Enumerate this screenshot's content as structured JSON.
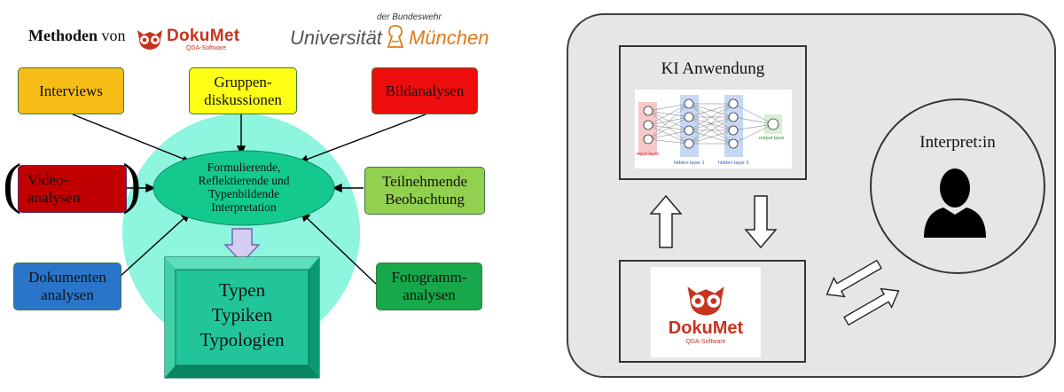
{
  "left": {
    "title_methods": "Methoden",
    "title_von": "von",
    "logo": {
      "name": "DokuMet",
      "subtitle": "QDA-Software"
    },
    "university": {
      "top": "der Bundeswehr",
      "left": "Universität",
      "right": "München"
    },
    "boxes": {
      "interviews": "Interviews",
      "gruppendiskussionen": "Gruppen-\ndiskussionen",
      "bildanalysen": "Bildanalysen",
      "videoanalysen": "Video-\nanalysen",
      "teilnehmende": "Teilnehmende\nBeobachtung",
      "dokumentenanalysen": "Dokumenten\nanalysen",
      "fotogramm": "Fotogramm-\nanalysen"
    },
    "paren_left": "(",
    "paren_right": ")",
    "center_text": "Formulierende,\nReflektierende und\nTypenbildende\nInterpretation",
    "result": "Typen\nTypiken\nTypologien",
    "colors": {
      "interviews": "#f5bd16",
      "gruppen": "#ffff14",
      "bild": "#ee0d0d",
      "video": "#c00000",
      "teilnehmende": "#92d050",
      "dokumenten": "#2a75c9",
      "fotogramm": "#16a84a",
      "circle": "#8ef5de",
      "ellipse": "#13c98e",
      "result": "#22c59a"
    }
  },
  "right": {
    "ki_title": "KI Anwendung",
    "nn_labels": {
      "input": "input layer",
      "hidden1": "hidden layer 1",
      "hidden2": "hidden layer 2",
      "output": "output layer"
    },
    "logo": {
      "name": "DokuMet",
      "subtitle": "QDA-Software"
    },
    "interpret_label": "Interpret:in"
  }
}
